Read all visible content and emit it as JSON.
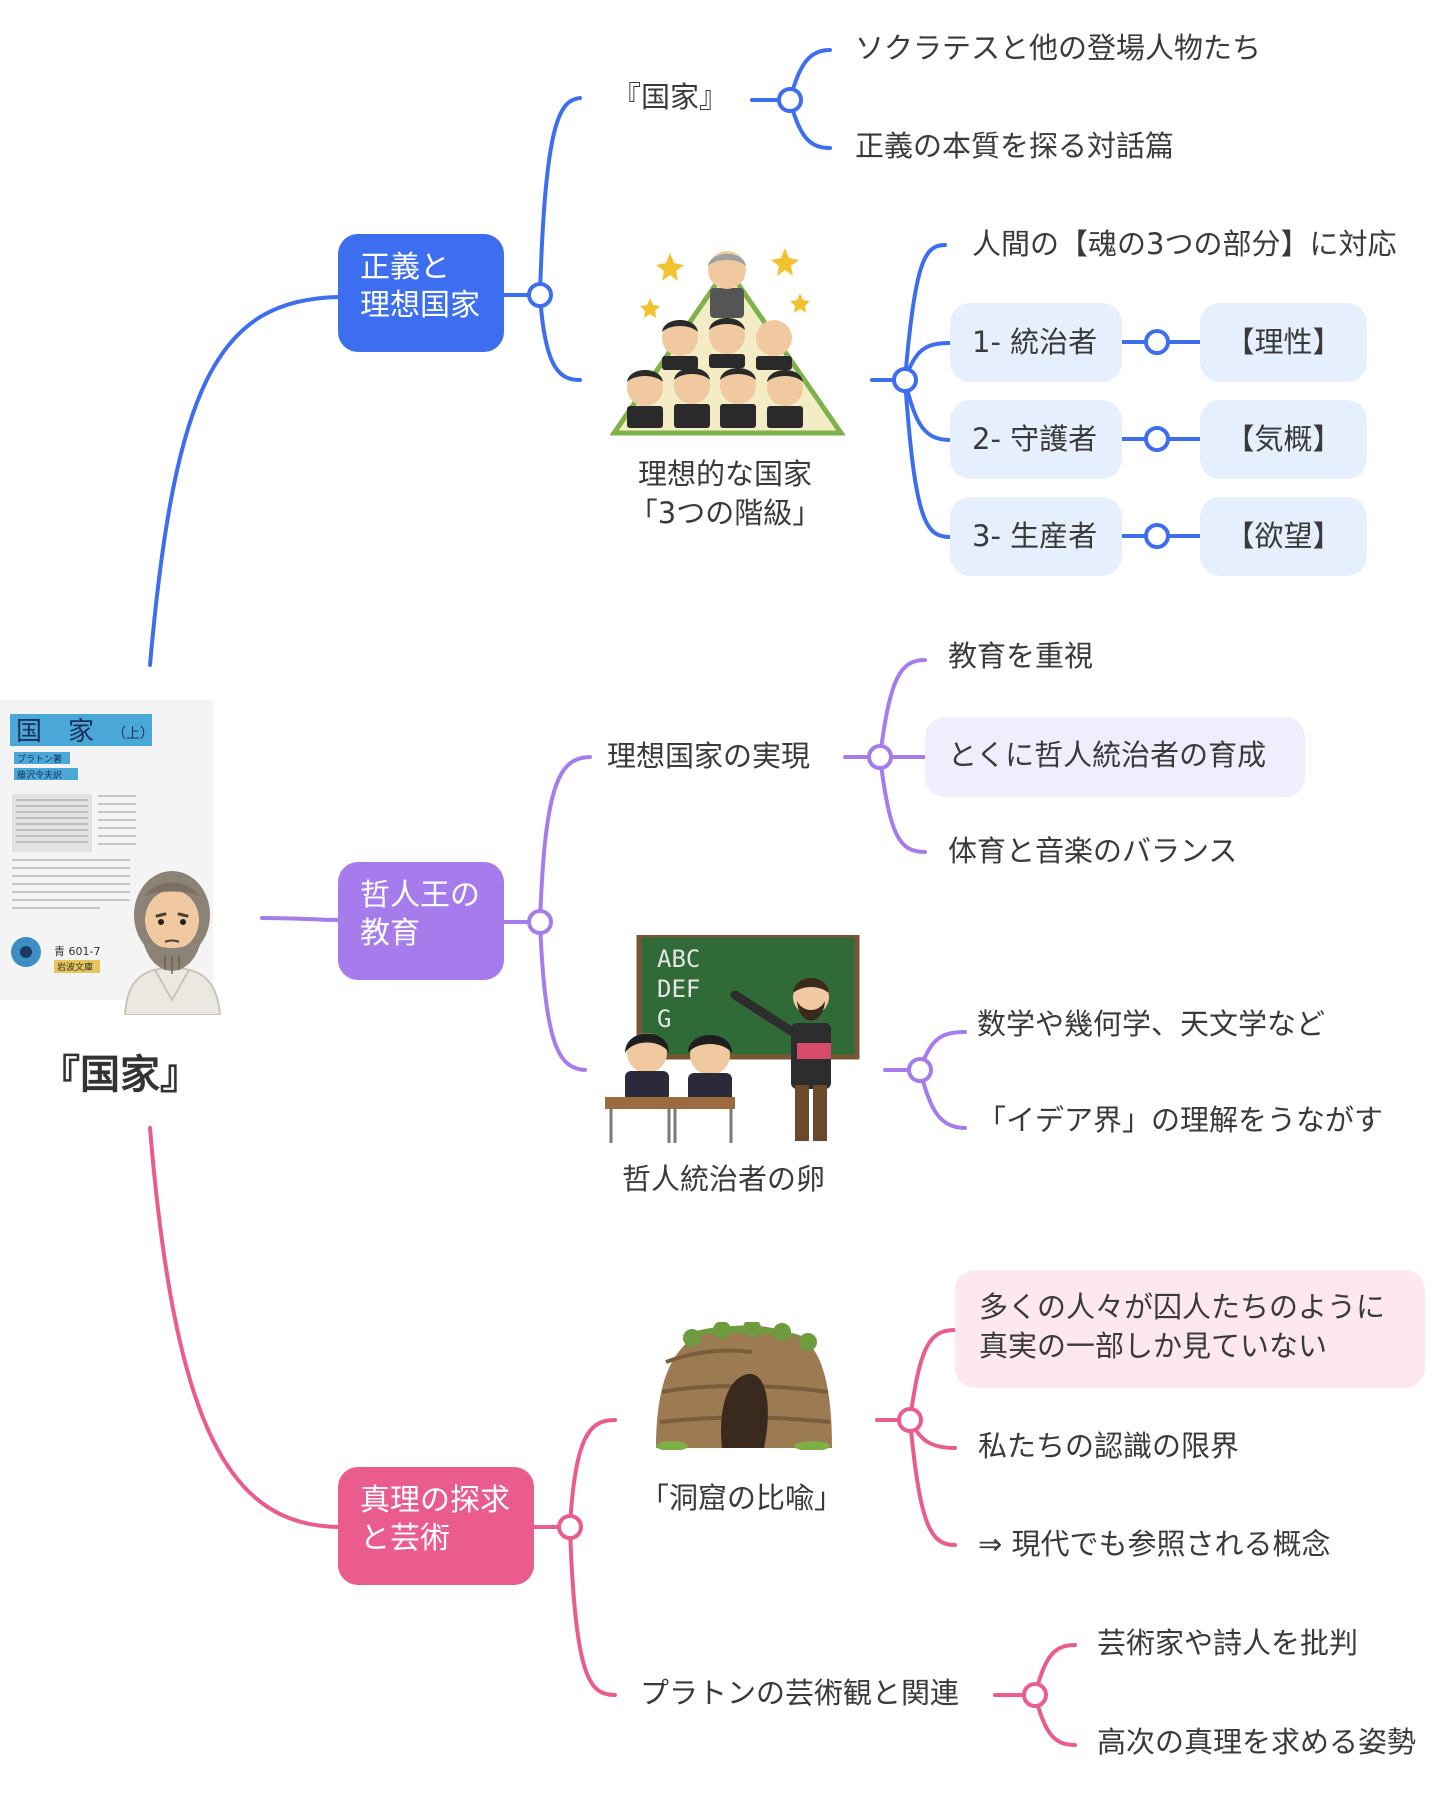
{
  "root": {
    "title": "『国家』",
    "book_cover": {
      "title": "国　家",
      "volume": "（上）",
      "author": "プラトン著",
      "translator": "藤沢令夫訳",
      "series_number": "青 601-7",
      "publisher": "岩波文庫"
    }
  },
  "branches": [
    {
      "label_lines": [
        "正義と",
        "理想国家"
      ],
      "color": "#3d6ef0",
      "children": [
        {
          "label": "『国家』",
          "details": [
            "ソクラテスと他の登場人物たち",
            "正義の本質を探る対話篇"
          ]
        },
        {
          "label_lines": [
            "理想的な国家",
            "「3つの階級」"
          ],
          "illustration": "pyramid-of-classes",
          "details": [
            {
              "text": "人間の【魂の3つの部分】に対応"
            },
            {
              "text": "1- 統治者",
              "pair": "【理性】"
            },
            {
              "text": "2- 守護者",
              "pair": "【気概】"
            },
            {
              "text": "3- 生産者",
              "pair": "【欲望】"
            }
          ]
        }
      ]
    },
    {
      "label_lines": [
        "哲人王の",
        "教育"
      ],
      "color": "#a67ced",
      "children": [
        {
          "label": "理想国家の実現",
          "details": [
            "教育を重視",
            "とくに哲人統治者の育成",
            "体育と音楽のバランス"
          ]
        },
        {
          "label": "哲人統治者の卵",
          "illustration": "classroom-teacher",
          "blackboard_text": [
            "ABC",
            "DEF",
            "G"
          ],
          "details": [
            "数学や幾何学、天文学など",
            "「イデア界」の理解をうながす"
          ]
        }
      ]
    },
    {
      "label_lines": [
        "真理の探求",
        "と芸術"
      ],
      "color": "#ea5b8e",
      "children": [
        {
          "label": "「洞窟の比喩」",
          "illustration": "cave",
          "details": [
            {
              "lines": [
                "多くの人々が囚人たちのように",
                "真実の一部しか見ていない"
              ]
            },
            {
              "lines": [
                "私たちの認識の限界"
              ]
            },
            {
              "lines": [
                "⇒ 現代でも参照される概念"
              ]
            }
          ]
        },
        {
          "label": "プラトンの芸術観と関連",
          "details": [
            "芸術家や詩人を批判",
            "高次の真理を求める姿勢"
          ]
        }
      ]
    }
  ]
}
